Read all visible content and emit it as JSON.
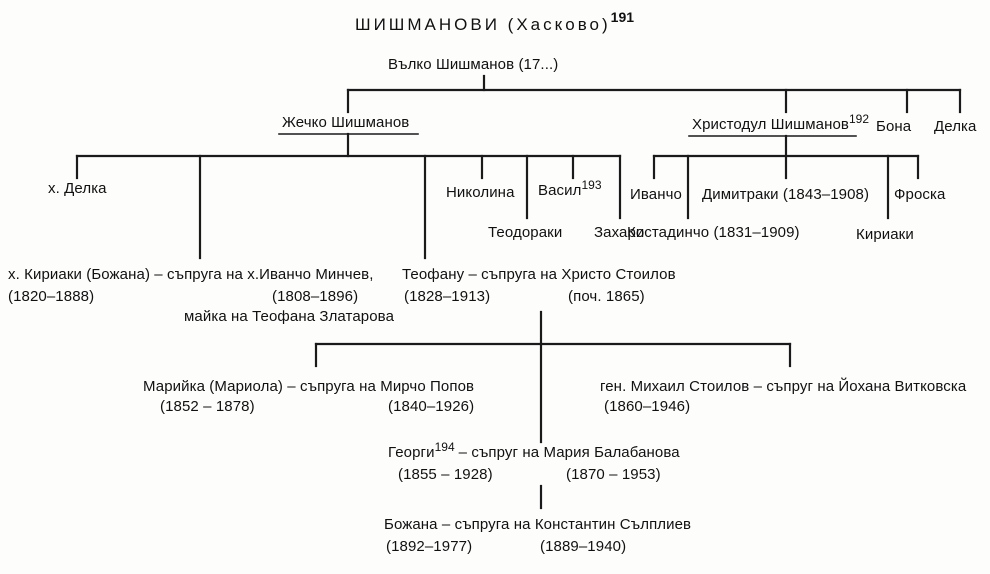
{
  "title": {
    "text": "ШИШМАНОВИ (Хасково)",
    "note": "191"
  },
  "people": {
    "valko": "Вълко Шишманов (17...)",
    "zhechko": "Жечко Шишманов",
    "hristodul": "Христодул Шишманов",
    "hristodul_note": "192",
    "bona": "Бона",
    "delka_top": "Делка",
    "h_delka": "х. Делка",
    "kiriaki_bozhana": "х. Кириаки (Божана) – съпруга на х.Иванчо Минчев,",
    "kiriaki_years": "(1820–1888)",
    "ivancho_minchev_years": "(1808–1896)",
    "kiriaki_mother_of": "майка на Теофана Златарова",
    "teofanu": "Теофану – съпруга на Христо Стоилов",
    "teofanu_years": "(1828–1913)",
    "hristo_stoilov_years": "(поч. 1865)",
    "nikolina": "Николина",
    "vasil": "Васил",
    "vasil_note": "193",
    "teodoraki": "Теодораки",
    "zahari": "Захари",
    "ivancho": "Иванчо",
    "dimitraki": "Димитраки (1843–1908)",
    "froska": "Фроска",
    "kostadincho": "Костадинчо (1831–1909)",
    "kiriaki": "Кириаки",
    "mariyka": "Марийка (Мариола) – съпруга на Мирчо Попов",
    "mariyka_years": "(1852 – 1878)",
    "mircho_years": "(1840–1926)",
    "mihail": "ген. Михаил Стоилов – съпруг на Йохана Витковска",
    "mihail_years": "(1860–1946)",
    "georgi": "Георги",
    "georgi_note": "194",
    "georgi_spouse": "– съпруг на Мария Балабанова",
    "georgi_years": "(1855 – 1928)",
    "maria_years": "(1870 – 1953)",
    "bozhana": "Божана – съпруга на Константин Сълплиев",
    "bozhana_years": "(1892–1977)",
    "konstantin_years": "(1889–1940)"
  }
}
